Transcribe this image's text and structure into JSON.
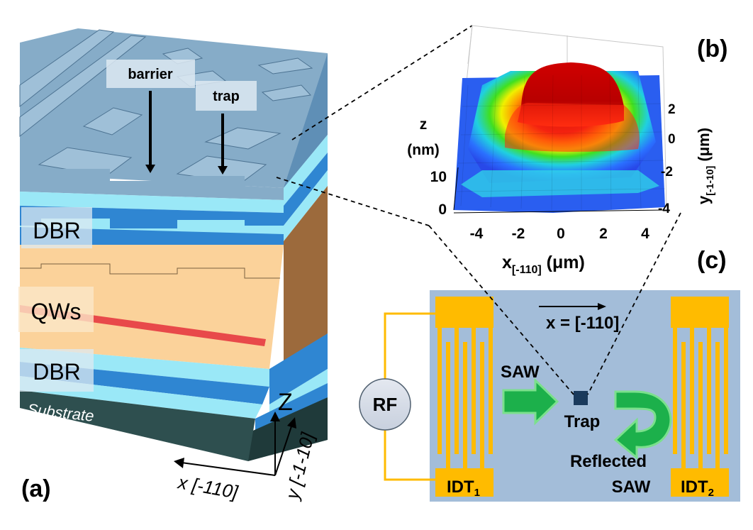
{
  "panel_a": {
    "label": "(a)",
    "barrier_label": "barrier",
    "trap_label": "trap",
    "dbr_top_label": "DBR",
    "qws_label": "QWs",
    "dbr_bottom_label": "DBR",
    "substrate_label": "Substrate",
    "axis_z": "Z",
    "axis_y": "y [-1-10]",
    "axis_x": "x [-110]"
  },
  "panel_b": {
    "label": "(b)",
    "z_label_1": "z",
    "z_label_2": "(nm)",
    "z_ticks": [
      "10",
      "0"
    ],
    "x_ticks": [
      "-4",
      "-2",
      "0",
      "2",
      "4"
    ],
    "x_label_main": "x",
    "x_label_sub": "[-110]",
    "x_label_unit": " (μm)",
    "y_ticks": [
      "2",
      "0",
      "-2",
      "-4"
    ],
    "y_label_main": "y",
    "y_label_sub": "[-1-10]",
    "y_label_unit": " (μm)"
  },
  "panel_c": {
    "label": "(c)",
    "rf_label": "RF",
    "saw_label": "SAW",
    "axis_label": "x = [-110]",
    "trap_label": "Trap",
    "reflected_line1": "Reflected",
    "reflected_line2": "SAW",
    "idt1_main": "IDT",
    "idt1_sub": "1",
    "idt2_main": "IDT",
    "idt2_sub": "2"
  },
  "colors": {
    "surface_top": "#86acc8",
    "surface_side": "#6b92b3",
    "light_cyan": "#9ae8f7",
    "mid_blue": "#2f86d2",
    "peach": "#fbd29a",
    "qw_red": "#e8494a",
    "substrate": "#2e4f4f",
    "brown_side": "#9c6a3c",
    "device_bg": "#a3bdd9",
    "idt_gold": "#ffbb00",
    "saw_green": "#1cb04b",
    "saw_green_light": "#7be08c",
    "trap_dark": "#1a3a5c"
  }
}
